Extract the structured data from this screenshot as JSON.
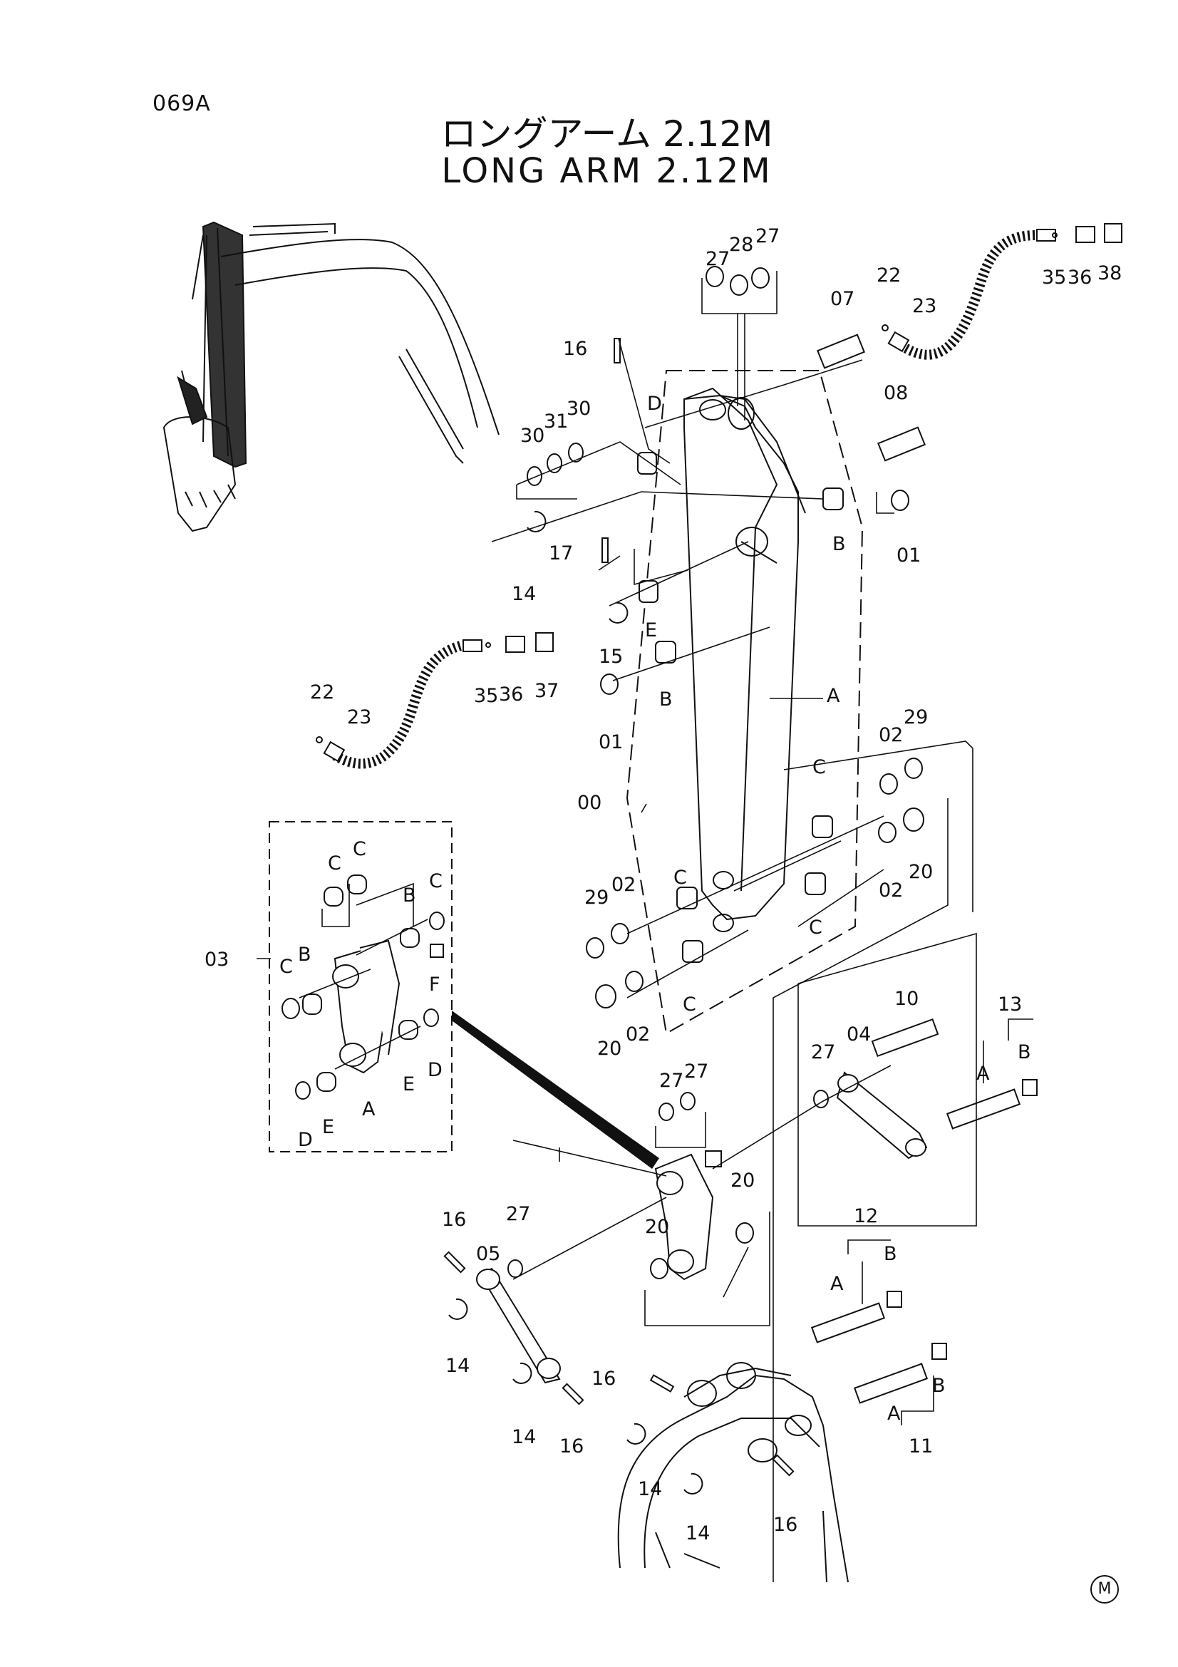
{
  "header": {
    "page_code": "069A",
    "title_jp": "ロングアーム 2.12M",
    "title_en": "LONG ARM 2.12M"
  },
  "footer_mark": "M",
  "callouts": [
    {
      "id": "c27a",
      "text": "27"
    },
    {
      "id": "c28",
      "text": "28"
    },
    {
      "id": "c27b",
      "text": "27"
    },
    {
      "id": "c07",
      "text": "07"
    },
    {
      "id": "c22a",
      "text": "22"
    },
    {
      "id": "c23a",
      "text": "23"
    },
    {
      "id": "c35a",
      "text": "35"
    },
    {
      "id": "c36a",
      "text": "36"
    },
    {
      "id": "c38",
      "text": "38"
    },
    {
      "id": "c16a",
      "text": "16"
    },
    {
      "id": "cD1",
      "text": "D"
    },
    {
      "id": "c30a",
      "text": "30"
    },
    {
      "id": "c31",
      "text": "31"
    },
    {
      "id": "c30b",
      "text": "30"
    },
    {
      "id": "c08",
      "text": "08"
    },
    {
      "id": "cB1",
      "text": "B"
    },
    {
      "id": "c01a",
      "text": "01"
    },
    {
      "id": "c14a",
      "text": "14"
    },
    {
      "id": "c17",
      "text": "17"
    },
    {
      "id": "c15",
      "text": "15"
    },
    {
      "id": "cE1",
      "text": "E"
    },
    {
      "id": "cB2",
      "text": "B"
    },
    {
      "id": "c01b",
      "text": "01"
    },
    {
      "id": "cA1",
      "text": "A"
    },
    {
      "id": "c22b",
      "text": "22"
    },
    {
      "id": "c23b",
      "text": "23"
    },
    {
      "id": "c35b",
      "text": "35"
    },
    {
      "id": "c36b",
      "text": "36"
    },
    {
      "id": "c37",
      "text": "37"
    },
    {
      "id": "c00",
      "text": "00"
    },
    {
      "id": "c02a",
      "text": "02"
    },
    {
      "id": "c29a",
      "text": "29"
    },
    {
      "id": "cC1",
      "text": "C"
    },
    {
      "id": "c20a",
      "text": "20"
    },
    {
      "id": "c02b",
      "text": "02"
    },
    {
      "id": "cC2",
      "text": "C"
    },
    {
      "id": "c29b",
      "text": "29"
    },
    {
      "id": "c02c",
      "text": "02"
    },
    {
      "id": "cC3",
      "text": "C"
    },
    {
      "id": "cC4",
      "text": "C"
    },
    {
      "id": "c20b",
      "text": "20"
    },
    {
      "id": "c02d",
      "text": "02"
    },
    {
      "id": "c03",
      "text": "03"
    },
    {
      "id": "cC5",
      "text": "C"
    },
    {
      "id": "cC6",
      "text": "C"
    },
    {
      "id": "cB3",
      "text": "B"
    },
    {
      "id": "cC7",
      "text": "C"
    },
    {
      "id": "cC8",
      "text": "C"
    },
    {
      "id": "cB4",
      "text": "B"
    },
    {
      "id": "cF",
      "text": "F"
    },
    {
      "id": "cE2",
      "text": "E"
    },
    {
      "id": "cD2",
      "text": "D"
    },
    {
      "id": "cA2",
      "text": "A"
    },
    {
      "id": "cE3",
      "text": "E"
    },
    {
      "id": "cD3",
      "text": "D"
    },
    {
      "id": "c10",
      "text": "10"
    },
    {
      "id": "c13",
      "text": "13"
    },
    {
      "id": "c27c",
      "text": "27"
    },
    {
      "id": "c04",
      "text": "04"
    },
    {
      "id": "cA3",
      "text": "A"
    },
    {
      "id": "cB5",
      "text": "B"
    },
    {
      "id": "c27d",
      "text": "27"
    },
    {
      "id": "c27e",
      "text": "27"
    },
    {
      "id": "c20c",
      "text": "20"
    },
    {
      "id": "c20d",
      "text": "20"
    },
    {
      "id": "c16b",
      "text": "16"
    },
    {
      "id": "c27f",
      "text": "27"
    },
    {
      "id": "c05",
      "text": "05"
    },
    {
      "id": "c14b",
      "text": "14"
    },
    {
      "id": "c12",
      "text": "12"
    },
    {
      "id": "cB6",
      "text": "B"
    },
    {
      "id": "cA4",
      "text": "A"
    },
    {
      "id": "c16c",
      "text": "16"
    },
    {
      "id": "c14c",
      "text": "14"
    },
    {
      "id": "c16d",
      "text": "16"
    },
    {
      "id": "cB7",
      "text": "B"
    },
    {
      "id": "cA5",
      "text": "A"
    },
    {
      "id": "c11",
      "text": "11"
    },
    {
      "id": "c14d",
      "text": "14"
    },
    {
      "id": "c14e",
      "text": "14"
    },
    {
      "id": "c16e",
      "text": "16"
    }
  ]
}
